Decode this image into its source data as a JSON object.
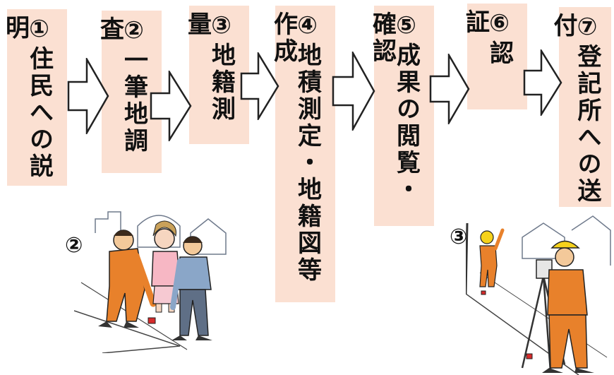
{
  "steps": [
    {
      "label": "①住民への説明"
    },
    {
      "label": "②一筆地調査"
    },
    {
      "label": "③地籍測量"
    },
    {
      "label": "④地積測定・地籍図等作成"
    },
    {
      "label": "⑤成果の閲覧・確認"
    },
    {
      "label": "⑥認　証"
    },
    {
      "label": "⑦登記所への送付"
    }
  ],
  "illustrations": {
    "left_tag": "②",
    "right_tag": "③"
  },
  "colors": {
    "box_fill": "#fbe0d2",
    "arrow_stroke": "#222222",
    "worker_orange": "#e8812b",
    "helmet_yellow": "#f6d21b"
  }
}
